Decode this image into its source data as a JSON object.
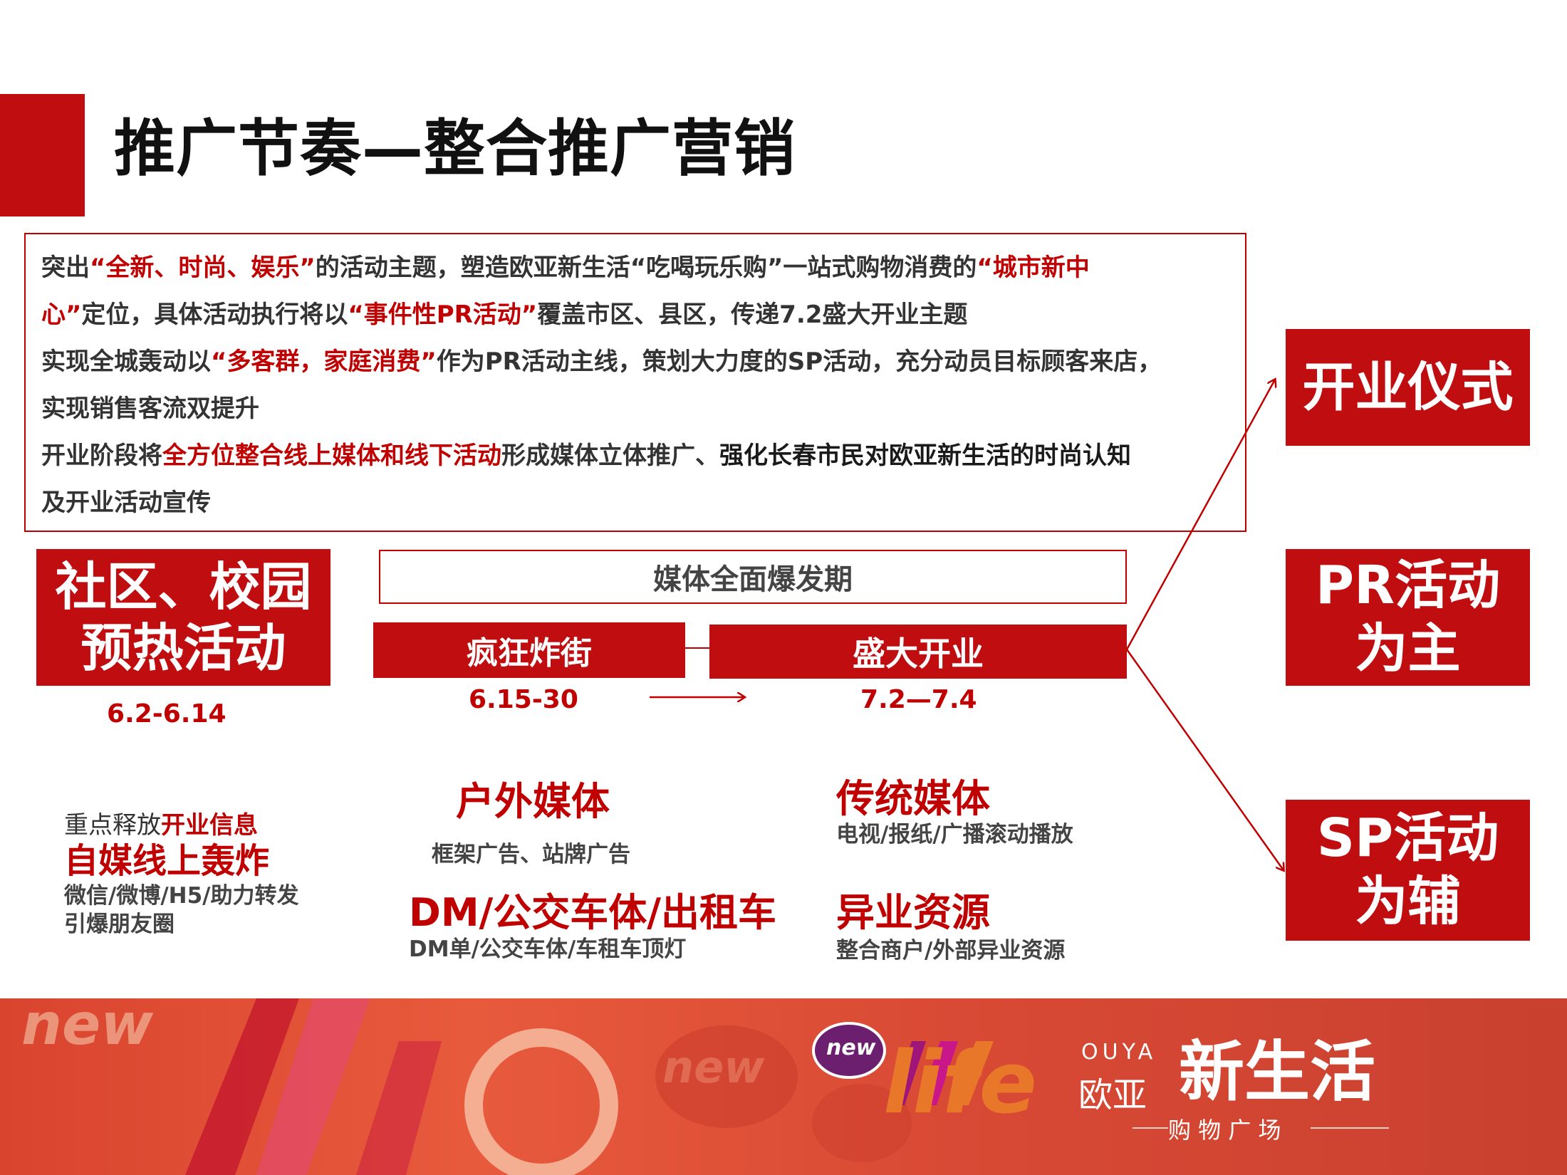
{
  "title": "推广节奏—整合推广营销",
  "intro": {
    "l1_a": "突出",
    "l1_b": "“全新、时尚、娱乐”",
    "l1_c": "的活动主题，塑造欧亚新生活“吃喝玩乐购”一站式购物消费的",
    "l1_d": "“城市新中",
    "l2_a": "心”",
    "l2_b": "定位，具体活动执行将以",
    "l2_c": "“事件性PR活动”",
    "l2_d": "覆盖市区、县区，传递7.2盛大开业主题",
    "l3_a": "实现全城轰动以",
    "l3_b": "“多客群，家庭消费”",
    "l3_c": "作为PR活动主线，策划大力度的SP活动，充分动员目标顾客来店，",
    "l4": "实现销售客流双提升",
    "l5_a": "开业阶段将",
    "l5_b": "全方位整合线上媒体和线下活动",
    "l5_c": "形成媒体立体推广、",
    "l5_d": "强化长春市民对欧亚新生活的时尚认知",
    "l6": "及开业活动宣传"
  },
  "right_boxes": {
    "opening": "开业仪式",
    "pr_1": "PR活动",
    "pr_2": "为主",
    "sp_1": "SP活动",
    "sp_2": "为辅"
  },
  "community": {
    "line1": "社区、校园",
    "line2": "预热活动",
    "date": "6.2-6.14"
  },
  "timeline": {
    "period": "媒体全面爆发期",
    "crazy": "疯狂炸街",
    "crazy_date": "6.15-30",
    "grand": "盛大开业",
    "grand_date": "7.2—7.4"
  },
  "media": {
    "self_pre": "重点释放",
    "self_highlight": "开业信息",
    "self_title": "自媒线上轰炸",
    "self_sub1": "微信/微博/H5/助力转发",
    "self_sub2": "引爆朋友圈",
    "outdoor_title": "户外媒体",
    "outdoor_sub": "框架广告、站牌广告",
    "dm_title": "DM/公交车体/出租车",
    "dm_sub": "DM单/公交车体/车租车顶灯",
    "trad_title": "传统媒体",
    "trad_sub": "电视/报纸/广播滚动播放",
    "alt_title": "异业资源",
    "alt_sub": "整合商户/外部异业资源"
  },
  "banner": {
    "new_badge": "new",
    "life_word": "life",
    "brand_en": "OUYA",
    "brand_cn": "欧亚",
    "brand_name": "新生活",
    "brand_sub": "购 物 广 场",
    "bg_word1": "new",
    "bg_word2": "new"
  },
  "colors": {
    "primary_red": "#c00d10",
    "text_red": "#c00000"
  }
}
